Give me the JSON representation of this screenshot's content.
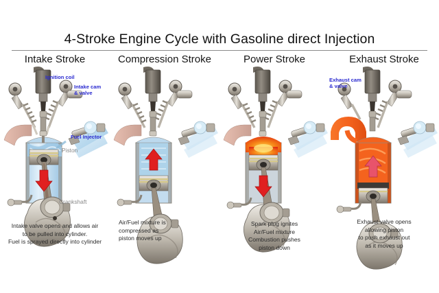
{
  "title": "4-Stroke Engine Cycle with Gasoline direct Injection",
  "colors": {
    "label_blue": "#2a2ad0",
    "label_gray": "#8a8a8a",
    "arrow_red": "#e02020",
    "arrow_pink": "#e8536b",
    "intake_blue": "#a8cfe8",
    "mixture_blue": "#b9d8ee",
    "combustion_red": "#e8371a",
    "combustion_orange": "#f7a31a",
    "exhaust_orange": "#f4631e",
    "exhaust_port_tan": "#d9a79a",
    "metal_light": "#d7d3cb",
    "metal_dark": "#6f6a62",
    "rule_gray": "#8a8a8a",
    "background": "#ffffff"
  },
  "panels": [
    {
      "id": "intake",
      "heading": "Intake Stroke",
      "labels": [
        {
          "name": "ignition-coil",
          "text": "Ignition coil",
          "style": "blue"
        },
        {
          "name": "intake-cam-valve",
          "text": "Intake cam\n& valve",
          "style": "blue"
        },
        {
          "name": "fuel-injector",
          "text": "Fuel Injector",
          "style": "blue"
        },
        {
          "name": "piston",
          "text": "Piston",
          "style": "gray"
        },
        {
          "name": "crankshaft",
          "text": "Crankshaft",
          "style": "gray"
        }
      ],
      "caption": "Intake valve opens and allows air\nto be pulled into cylinder.\nFuel is sprayed directly into cylinder",
      "caption_align": "center",
      "arrow_direction": "down",
      "arrow_color": "#e02020",
      "charge_state": "intake-air-entering"
    },
    {
      "id": "compression",
      "heading": "Compression Stroke",
      "labels": [],
      "caption": "Air/Fuel mixture is\ncompressed as\npiston moves up",
      "caption_align": "left",
      "arrow_direction": "up",
      "arrow_color": "#e02020",
      "charge_state": "air-fuel-mixture-compressed"
    },
    {
      "id": "power",
      "heading": "Power Stroke",
      "labels": [],
      "caption": "Spark plug ignites\nAir/Fuel mixture\nCombustion pushes\npiston down",
      "caption_align": "center",
      "arrow_direction": "down",
      "arrow_color": "#e02020",
      "charge_state": "combustion-burning"
    },
    {
      "id": "exhaust",
      "heading": "Exhaust Stroke",
      "labels": [
        {
          "name": "exhaust-cam-valve",
          "text": "Exhaust cam\n& valve",
          "style": "blue"
        }
      ],
      "caption": "Exhaust valve opens\nallowing piston\nto push exhaust out\nas it moves up",
      "caption_align": "center",
      "arrow_direction": "up",
      "arrow_color": "#e8536b",
      "charge_state": "exhaust-gas-expelled"
    }
  ]
}
